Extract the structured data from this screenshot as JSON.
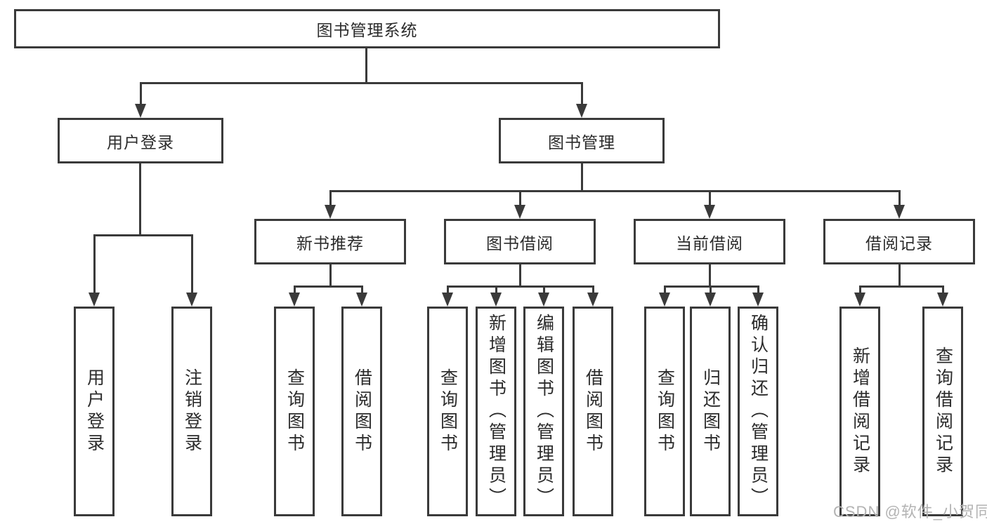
{
  "diagram": {
    "title": "图书管理系统",
    "root": {
      "label": "图书管理系统"
    },
    "level2": [
      {
        "label": "用户登录"
      },
      {
        "label": "图书管理"
      }
    ],
    "level3": [
      {
        "label": "新书推荐"
      },
      {
        "label": "图书借阅"
      },
      {
        "label": "当前借阅"
      },
      {
        "label": "借阅记录"
      }
    ],
    "leaves": [
      {
        "label": "用户登录"
      },
      {
        "label": "注销登录"
      },
      {
        "label": "查询图书"
      },
      {
        "label": "借阅图书"
      },
      {
        "label": "查询图书"
      },
      {
        "label": "新增图书（管理员）"
      },
      {
        "label": "编辑图书（管理员）"
      },
      {
        "label": "借阅图书"
      },
      {
        "label": "查询图书"
      },
      {
        "label": "归还图书"
      },
      {
        "label": "确认归还（管理员）"
      },
      {
        "label": "新增借阅记录"
      },
      {
        "label": "查询借阅记录"
      }
    ],
    "watermark": "CSDN @软件_小贺同学",
    "colors": {
      "line": "#3a3a3a",
      "box_border": "#3a3a3a",
      "box_fill": "#ffffff",
      "text": "#2b2b2b",
      "watermark": "#b3b3b3"
    }
  }
}
